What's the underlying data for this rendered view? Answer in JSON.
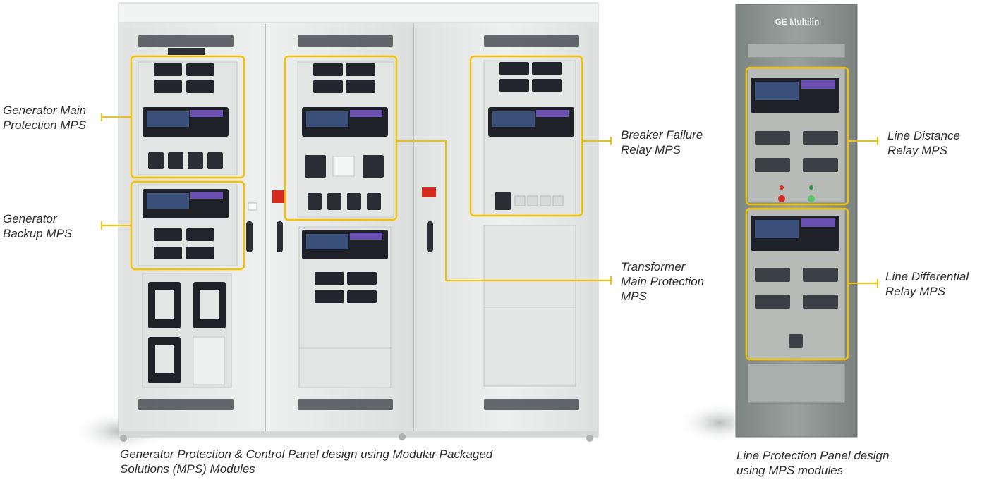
{
  "theme": {
    "accent": "#f2c200",
    "cabinet_fill": "#e9ebea",
    "cabinet_edge": "#c9cccb",
    "line_panel_fill": "#8e9592",
    "relay_dark": "#1e2228",
    "relay_screen": "#3a4f7a",
    "relay_accent": "#6a4fb0",
    "red_label": "#d42a1f"
  },
  "brand_plate": "GE Multilin",
  "labels": {
    "gen_main": "Generator Main\nProtection MPS",
    "gen_backup": "Generator\nBackup MPS",
    "breaker_failure": "Breaker Failure\nRelay MPS",
    "transformer_main": "Transformer\nMain Protection\nMPS",
    "line_distance": "Line Distance\nRelay MPS",
    "line_differential": "Line Differential\nRelay MPS"
  },
  "captions": {
    "left": "Generator Protection & Control Panel design using Modular Packaged\nSolutions (MPS) Modules",
    "right": "Line Protection Panel design\nusing MPS modules"
  }
}
